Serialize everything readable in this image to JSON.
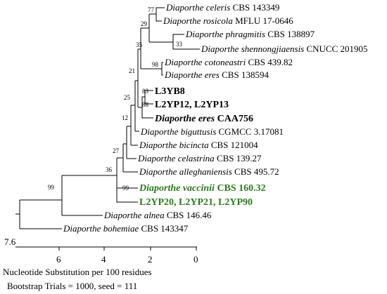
{
  "taxa": [
    {
      "name": "Diaporthe celeris",
      "code": "CBS 143349",
      "style": "normal"
    },
    {
      "name": "Diaporthe rosicola",
      "code": "MFLU 17-0646",
      "style": "normal"
    },
    {
      "name": "Diaporthe phragmitis",
      "code": "CBS 138897",
      "style": "normal"
    },
    {
      "name": "Diaporthe shennongjiaensis",
      "code": "CNUCC 201905",
      "style": "normal"
    },
    {
      "name": "Diaporthe cotoneastri",
      "code": "CBS 439.82",
      "style": "normal"
    },
    {
      "name": "Diaporthe eres",
      "code": "CBS 138594",
      "style": "normal"
    },
    {
      "name": "",
      "code": "L3YB8",
      "style": "bold"
    },
    {
      "name": "",
      "code": "L2YP12, L2YP13",
      "style": "bold"
    },
    {
      "name": "Diaporthe eres",
      "code": "CAA756",
      "style": "bold"
    },
    {
      "name": "Diaporthe biguttusis",
      "code": "CGMCC 3.17081",
      "style": "normal"
    },
    {
      "name": "Diaporthe bicincta",
      "code": "CBS 121004",
      "style": "normal"
    },
    {
      "name": "Diaporthe celastrina",
      "code": "CBS 139.27",
      "style": "normal"
    },
    {
      "name": "Diaporthe alleghaniensis",
      "code": "CBS 495.72",
      "style": "normal"
    },
    {
      "name": "Diaporthe vaccinii",
      "code": "CBS 160.32",
      "style": "green"
    },
    {
      "name": "",
      "code": "L2YP20, L2YP21, L2YP90",
      "style": "green"
    },
    {
      "name": "Diaporthe alnea",
      "code": "CBS 146.46",
      "style": "normal"
    },
    {
      "name": "Diaporthe bohemiae",
      "code": "CBS 143347",
      "style": "normal"
    }
  ],
  "bootstrap": [
    "77",
    "29",
    "33",
    "35",
    "98",
    "21",
    "83",
    "88",
    "25",
    "12",
    "27",
    "36",
    "99",
    "99"
  ],
  "scale": {
    "root_label": "7.6",
    "ticks": [
      "6",
      "4",
      "2",
      "0"
    ]
  },
  "axis_title": "Nucleotide Substitution per 100 residues",
  "footer": "Bootstrap Trials = 1000, seed = 111",
  "colors": {
    "highlight": "#2d7a1f",
    "line": "#000000"
  }
}
